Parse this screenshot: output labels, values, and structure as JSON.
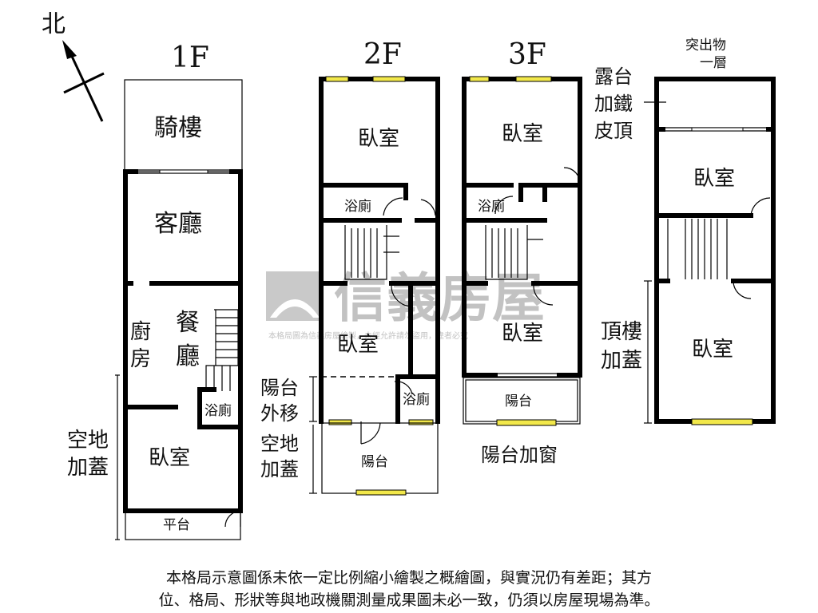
{
  "compass": {
    "label": "北"
  },
  "floors": {
    "f1": "1F",
    "f2": "2F",
    "f3": "3F",
    "roof_title_line1": "突出物",
    "roof_title_line2": "一層"
  },
  "rooms": {
    "arcade": "騎樓",
    "living_room": "客廳",
    "kitchen_1": "廚",
    "kitchen_2": "房",
    "dining_1": "餐",
    "dining_2": "廳",
    "bathroom": "浴廁",
    "bedroom": "臥室",
    "platform": "平台",
    "balcony": "陽台"
  },
  "annotations": {
    "yard_addition_1": "空地",
    "yard_addition_2": "加蓋",
    "balcony_moved_1": "陽台",
    "balcony_moved_2": "外移",
    "balcony_window": "陽台加窗",
    "terrace_roof_1": "露台",
    "terrace_roof_2": "加鐵",
    "terrace_roof_3": "皮頂",
    "rooftop_addition_1": "頂樓",
    "rooftop_addition_2": "加蓋"
  },
  "watermark": {
    "brand": "信義房屋",
    "note": "本格局圖為信義房屋繪製，未經允許請勿盜用，違者必究"
  },
  "disclaimer": {
    "line1": "本格局示意圖係未依一定比例縮小繪製之概繪圖，與實況仍有差距；其方",
    "line2": "位、格局、形狀等與地政機關測量成果圖未必一致，仍須以房屋現場為準。"
  }
}
